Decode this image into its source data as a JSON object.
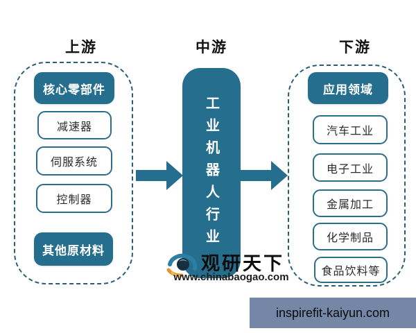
{
  "colors": {
    "teal": "#256e8e",
    "box_border": "#2b6e8c",
    "dashed_border": "#2a5d73",
    "banner_bg": "#7487a6",
    "logo_blue": "#2b7fa3",
    "logo_orange": "#e8912d"
  },
  "sections": {
    "upstream": {
      "title": "上游",
      "header": "核心零部件",
      "items": [
        "减速器",
        "伺服系统",
        "控制器"
      ],
      "footer": "其他原材料"
    },
    "midstream": {
      "title": "中游",
      "label": "工业机器人行业"
    },
    "downstream": {
      "title": "下游",
      "header": "应用领域",
      "items": [
        "汽车工业",
        "电子工业",
        "金属加工",
        "化学制品",
        "食品饮料等"
      ]
    }
  },
  "watermark": {
    "brand": "观研天下",
    "url": "www.chinabaogao.com"
  },
  "banner": {
    "text": "inspirefit-kaiyun.com"
  }
}
